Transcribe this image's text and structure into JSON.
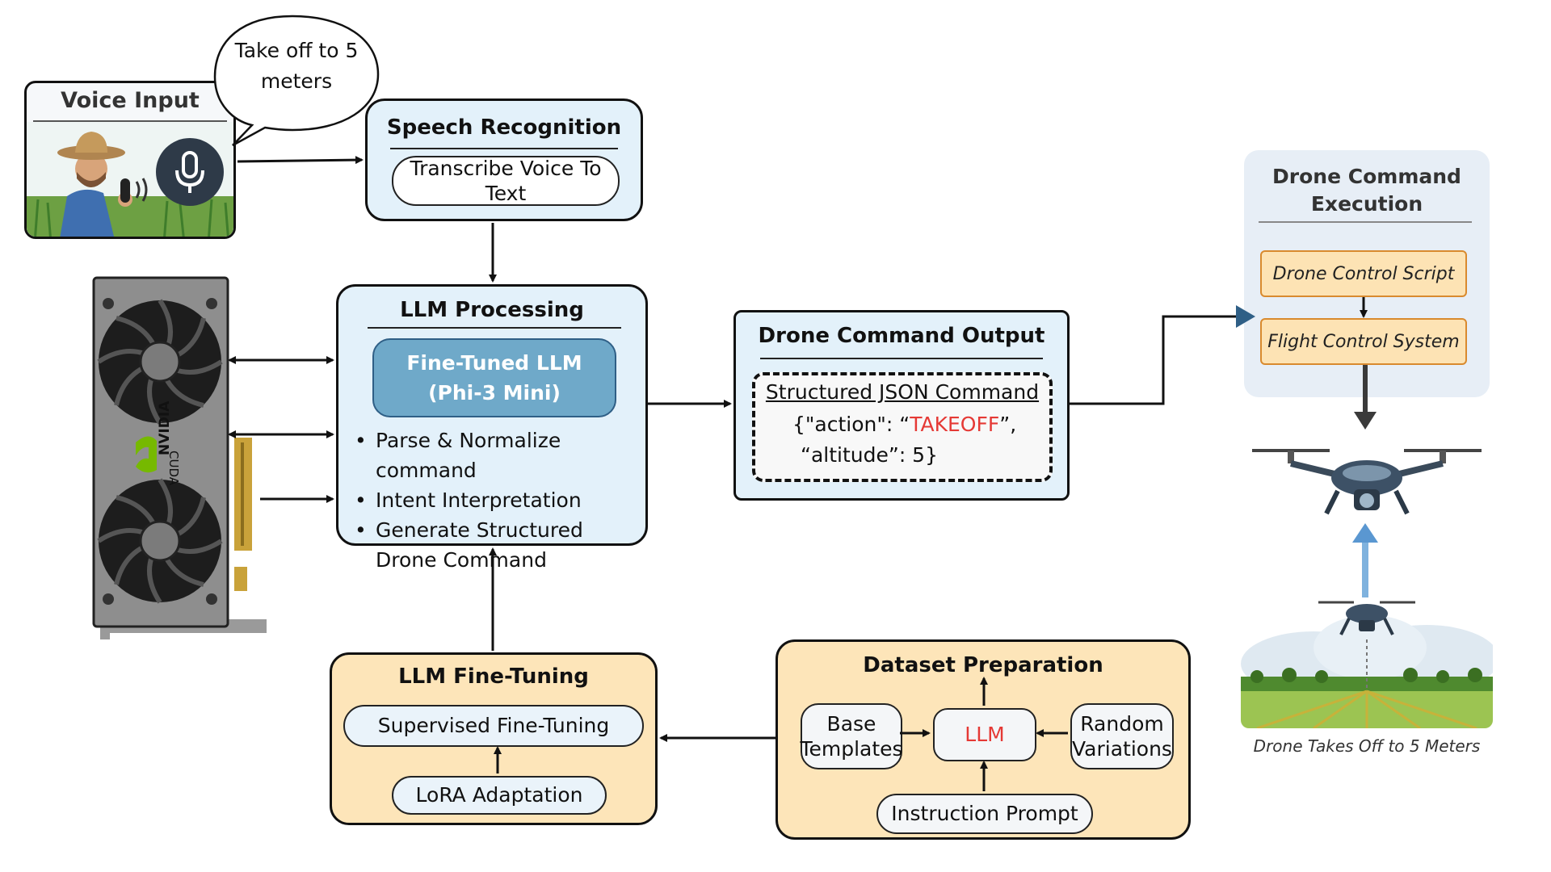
{
  "bubble": {
    "text_line1": "Take off to 5",
    "text_line2": "meters"
  },
  "voice_input": {
    "title": "Voice Input"
  },
  "speech_recognition": {
    "title": "Speech Recognition",
    "step": "Transcribe Voice To Text"
  },
  "gpu": {
    "brand": "NVIDIA",
    "sub": "CUDA"
  },
  "llm_processing": {
    "title": "LLM Processing",
    "model_line1": "Fine-Tuned LLM",
    "model_line2": "(Phi-3 Mini)",
    "bullets": [
      "Parse & Normalize command",
      "Intent Interpretation",
      "Generate  Structured Drone Command"
    ]
  },
  "drone_output": {
    "title": "Drone Command Output",
    "json_label": "Structured JSON Command",
    "line1_prefix": "{\"action\": “",
    "line1_action": "TAKEOFF",
    "line1_suffix": "”,",
    "line2": "“altitude”: 5}"
  },
  "execution": {
    "title_line1": "Drone Command",
    "title_line2": "Execution",
    "script": "Drone Control Script",
    "flight": "Flight Control System",
    "caption": "Drone Takes Off to 5 Meters"
  },
  "fine_tuning": {
    "title": "LLM Fine-Tuning",
    "sft": "Supervised Fine-Tuning",
    "lora": "LoRA Adaptation"
  },
  "dataset": {
    "title": "Dataset Preparation",
    "base_line1": "Base",
    "base_line2": "Templates",
    "llm": "LLM",
    "random_line1": "Random",
    "random_line2": "Variations",
    "instruction": "Instruction Prompt"
  },
  "colors": {
    "blue_box": "#e3f1fa",
    "peach_box": "#fde5b9",
    "model_box": "#6fa9c9",
    "takeoff_red": "#e53935",
    "arrow_blue": "#2f5f86"
  }
}
